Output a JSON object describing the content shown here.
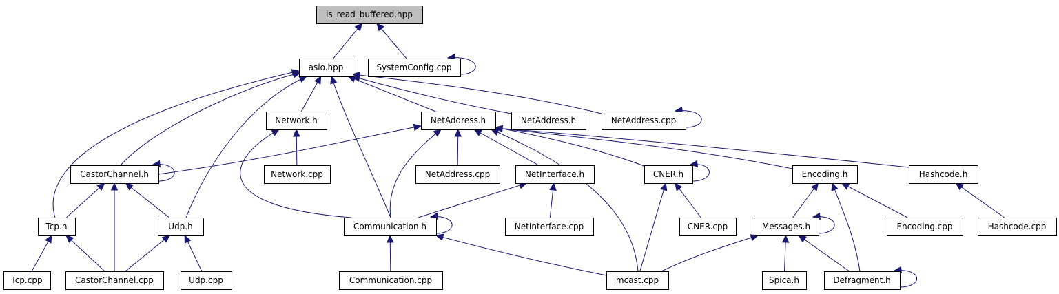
{
  "graph": {
    "title": "is_read_buffered.hpp",
    "colors": {
      "edge": "#191970",
      "node_border": "#000000",
      "root_fill": "#bfbfbf",
      "node_fill": "#ffffff"
    },
    "nodes": [
      {
        "id": "is_read_buffered",
        "label": "is_read_buffered.hpp",
        "root": true
      },
      {
        "id": "asio",
        "label": "asio.hpp"
      },
      {
        "id": "systemconfig_cpp",
        "label": "SystemConfig.cpp"
      },
      {
        "id": "network_h",
        "label": "Network.h"
      },
      {
        "id": "netaddress_h",
        "label": "NetAddress.h"
      },
      {
        "id": "netaddress_h2",
        "label": "NetAddress.h"
      },
      {
        "id": "netaddress_cpp",
        "label": "NetAddress.cpp"
      },
      {
        "id": "castorchannel_h",
        "label": "CastorChannel.h"
      },
      {
        "id": "network_cpp",
        "label": "Network.cpp"
      },
      {
        "id": "netaddress_cpp2",
        "label": "NetAddress.cpp"
      },
      {
        "id": "netinterface_h",
        "label": "NetInterface.h"
      },
      {
        "id": "cner_h",
        "label": "CNER.h"
      },
      {
        "id": "encoding_h",
        "label": "Encoding.h"
      },
      {
        "id": "hashcode_h",
        "label": "Hashcode.h"
      },
      {
        "id": "tcp_h",
        "label": "Tcp.h"
      },
      {
        "id": "udp_h",
        "label": "Udp.h"
      },
      {
        "id": "communication_h",
        "label": "Communication.h"
      },
      {
        "id": "netinterface_cpp",
        "label": "NetInterface.cpp"
      },
      {
        "id": "cner_cpp",
        "label": "CNER.cpp"
      },
      {
        "id": "messages_h",
        "label": "Messages.h"
      },
      {
        "id": "encoding_cpp",
        "label": "Encoding.cpp"
      },
      {
        "id": "hashcode_cpp",
        "label": "Hashcode.cpp"
      },
      {
        "id": "tcp_cpp",
        "label": "Tcp.cpp"
      },
      {
        "id": "castorchannel_cpp",
        "label": "CastorChannel.cpp"
      },
      {
        "id": "udp_cpp",
        "label": "Udp.cpp"
      },
      {
        "id": "communication_cpp",
        "label": "Communication.cpp"
      },
      {
        "id": "mcast_cpp",
        "label": "mcast.cpp"
      },
      {
        "id": "spica_h",
        "label": "Spica.h"
      },
      {
        "id": "defragment_h",
        "label": "Defragment.h"
      }
    ],
    "edges": [
      {
        "from": "asio",
        "to": "is_read_buffered"
      },
      {
        "from": "systemconfig_cpp",
        "to": "is_read_buffered"
      },
      {
        "from": "systemconfig_cpp",
        "to": "systemconfig_cpp"
      },
      {
        "from": "network_h",
        "to": "asio"
      },
      {
        "from": "netaddress_h",
        "to": "asio"
      },
      {
        "from": "netaddress_h2",
        "to": "asio"
      },
      {
        "from": "netaddress_cpp",
        "to": "asio"
      },
      {
        "from": "netaddress_cpp",
        "to": "netaddress_cpp"
      },
      {
        "from": "castorchannel_h",
        "to": "asio"
      },
      {
        "from": "tcp_h",
        "to": "asio"
      },
      {
        "from": "udp_h",
        "to": "asio"
      },
      {
        "from": "communication_h",
        "to": "asio"
      },
      {
        "from": "network_cpp",
        "to": "network_h"
      },
      {
        "from": "communication_h",
        "to": "network_h"
      },
      {
        "from": "castorchannel_h",
        "to": "netaddress_h"
      },
      {
        "from": "netaddress_cpp2",
        "to": "netaddress_h"
      },
      {
        "from": "netinterface_h",
        "to": "netaddress_h"
      },
      {
        "from": "cner_h",
        "to": "netaddress_h"
      },
      {
        "from": "encoding_h",
        "to": "netaddress_h"
      },
      {
        "from": "hashcode_h",
        "to": "netaddress_h"
      },
      {
        "from": "communication_h",
        "to": "netaddress_h"
      },
      {
        "from": "mcast_cpp",
        "to": "netaddress_h"
      },
      {
        "from": "castorchannel_h",
        "to": "castorchannel_h"
      },
      {
        "from": "tcp_h",
        "to": "castorchannel_h"
      },
      {
        "from": "udp_h",
        "to": "castorchannel_h"
      },
      {
        "from": "castorchannel_cpp",
        "to": "castorchannel_h"
      },
      {
        "from": "communication_h",
        "to": "netinterface_h"
      },
      {
        "from": "netinterface_cpp",
        "to": "netinterface_h"
      },
      {
        "from": "cner_h",
        "to": "cner_h"
      },
      {
        "from": "cner_cpp",
        "to": "cner_h"
      },
      {
        "from": "mcast_cpp",
        "to": "cner_h"
      },
      {
        "from": "messages_h",
        "to": "encoding_h"
      },
      {
        "from": "encoding_cpp",
        "to": "encoding_h"
      },
      {
        "from": "defragment_h",
        "to": "encoding_h"
      },
      {
        "from": "hashcode_cpp",
        "to": "hashcode_h"
      },
      {
        "from": "tcp_cpp",
        "to": "tcp_h"
      },
      {
        "from": "castorchannel_cpp",
        "to": "tcp_h"
      },
      {
        "from": "castorchannel_cpp",
        "to": "udp_h"
      },
      {
        "from": "udp_cpp",
        "to": "udp_h"
      },
      {
        "from": "communication_h",
        "to": "communication_h"
      },
      {
        "from": "communication_cpp",
        "to": "communication_h"
      },
      {
        "from": "mcast_cpp",
        "to": "communication_h"
      },
      {
        "from": "messages_h",
        "to": "messages_h"
      },
      {
        "from": "mcast_cpp",
        "to": "messages_h"
      },
      {
        "from": "spica_h",
        "to": "messages_h"
      },
      {
        "from": "defragment_h",
        "to": "messages_h"
      },
      {
        "from": "defragment_h",
        "to": "defragment_h"
      }
    ]
  }
}
